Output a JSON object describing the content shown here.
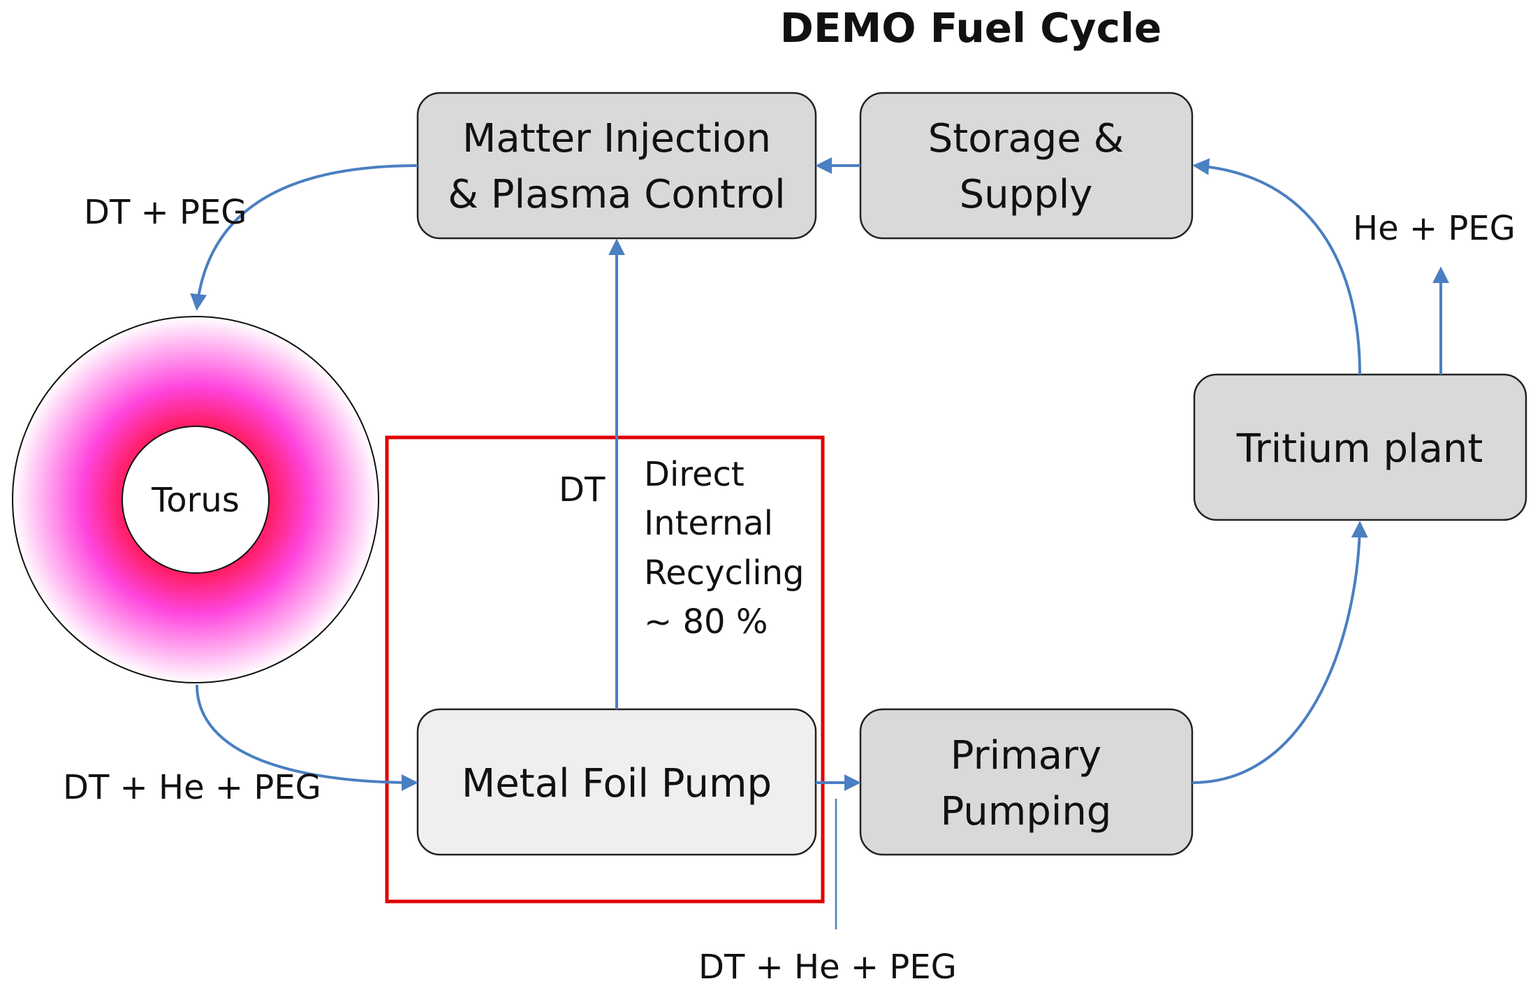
{
  "title": "DEMO Fuel Cycle",
  "colors": {
    "box_fill": "#d9d9d9",
    "box_fill_light": "#efefef",
    "box_stroke": "#222222",
    "arrow": "#4a7fc1",
    "highlight": "#e00000",
    "torus_inner": "#ff1f6a",
    "torus_mid": "#ff44dd",
    "torus_outer": "#ffffff"
  },
  "nodes": {
    "matter_injection": {
      "line1": "Matter Injection",
      "line2": "& Plasma Control"
    },
    "storage_supply": {
      "line1": "Storage &",
      "line2": "Supply"
    },
    "tritium_plant": {
      "label": "Tritium plant"
    },
    "metal_foil_pump": {
      "label": "Metal Foil Pump"
    },
    "primary_pumping": {
      "line1": "Primary",
      "line2": "Pumping"
    },
    "torus": {
      "label": "Torus"
    }
  },
  "edge_labels": {
    "injection_to_torus": "DT + PEG",
    "torus_to_pump": "DT + He + PEG",
    "pump_to_injection": "DT",
    "direct_recycling": [
      "Direct",
      "Internal",
      "Recycling",
      "~ 80 %"
    ],
    "pump_to_primary": "DT + He + PEG",
    "tritium_exhaust": "He + PEG"
  }
}
